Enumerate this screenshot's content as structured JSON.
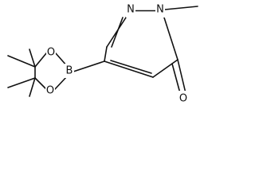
{
  "molecule": {
    "atoms": {
      "n1": "N",
      "n2": "N",
      "o_carbonyl": "O",
      "boron": "B",
      "o_ring_upper": "O",
      "o_ring_lower": "O"
    }
  }
}
